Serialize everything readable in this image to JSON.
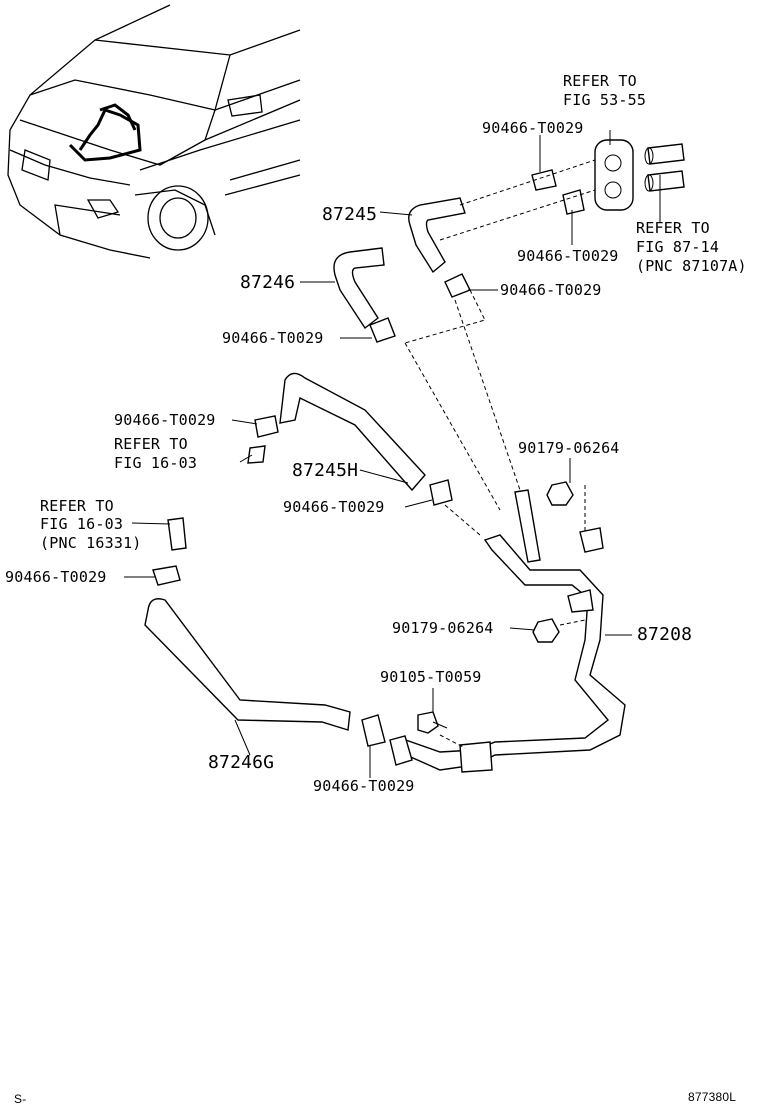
{
  "diagram": {
    "callouts": {
      "refer_53_55": [
        "REFER TO",
        "FIG 53-55"
      ],
      "refer_87_14": [
        "REFER TO",
        "FIG 87-14",
        "(PNC 87107A)"
      ],
      "refer_16_03_a": [
        "REFER TO",
        "FIG 16-03"
      ],
      "refer_16_03_b": [
        "REFER TO",
        "FIG 16-03",
        "(PNC 16331)"
      ],
      "clamp_a": "90466-T0029",
      "clamp_b": "90466-T0029",
      "clamp_c": "90466-T0029",
      "clamp_d": "90466-T0029",
      "clamp_e": "90466-T0029",
      "clamp_f": "90466-T0029",
      "clamp_g": "90466-T0029",
      "clamp_h": "90466-T0029",
      "hose_87245": "87245",
      "hose_87246": "87246",
      "hose_87245H": "87245H",
      "hose_87246G": "87246G",
      "pipe_87208": "87208",
      "nut_a": "90179-06264",
      "nut_b": "90179-06264",
      "bolt": "90105-T0059"
    },
    "footer": {
      "left_mark": "S-",
      "drawing_number": "877380L"
    }
  }
}
